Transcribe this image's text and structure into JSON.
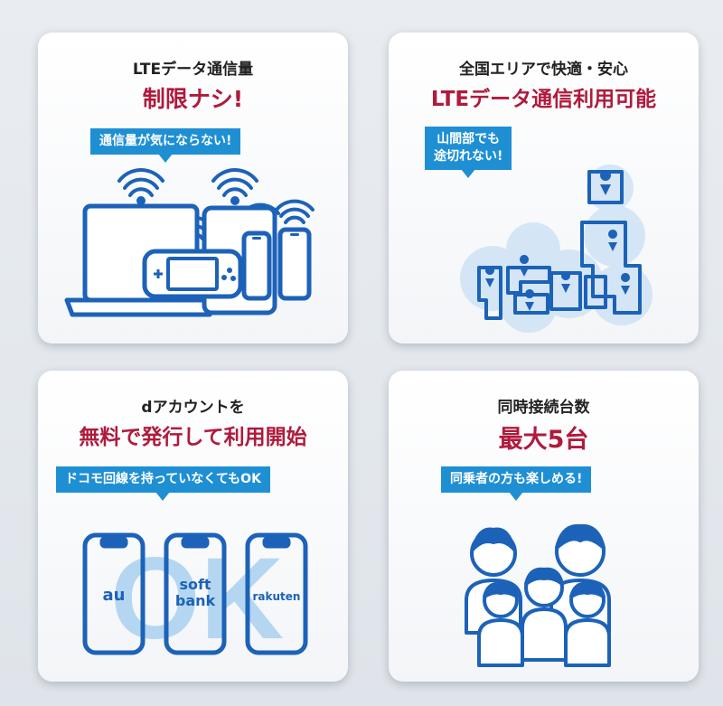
{
  "cards": [
    {
      "line1": "LTEデータ通信量",
      "line2": "制限ナシ!",
      "bubble": "通信量が気にならない!",
      "icons": [
        "laptop-icon",
        "tablet-icon",
        "game-console-icon",
        "smartphone-icon",
        "smartphone-icon",
        "wifi-icon"
      ]
    },
    {
      "line1": "全国エリアで快適・安心",
      "line2": "LTEデータ通信利用可能",
      "bubble_line1": "山間部でも",
      "bubble_line2": "途切れない!",
      "icons": [
        "map-icon",
        "location-pin-icon"
      ]
    },
    {
      "line1": "dアカウントを",
      "line2": "無料で発行して利用開始",
      "bubble": "ドコモ回線を持っていなくてもOK",
      "big_text": "OK",
      "carriers": [
        "au",
        "soft",
        "bank",
        "rakuten"
      ],
      "icons": [
        "smartphone-icon"
      ]
    },
    {
      "line1": "同時接続台数",
      "line2": "最大5台",
      "bubble": "同乗者の方も楽しめる!",
      "icons": [
        "family-icon"
      ]
    }
  ],
  "colors": {
    "accent_red": "#b01a3c",
    "bubble_blue": "#1f8fd4",
    "icon_blue": "#1c62b8",
    "light_blue": "#cfe3f5"
  }
}
